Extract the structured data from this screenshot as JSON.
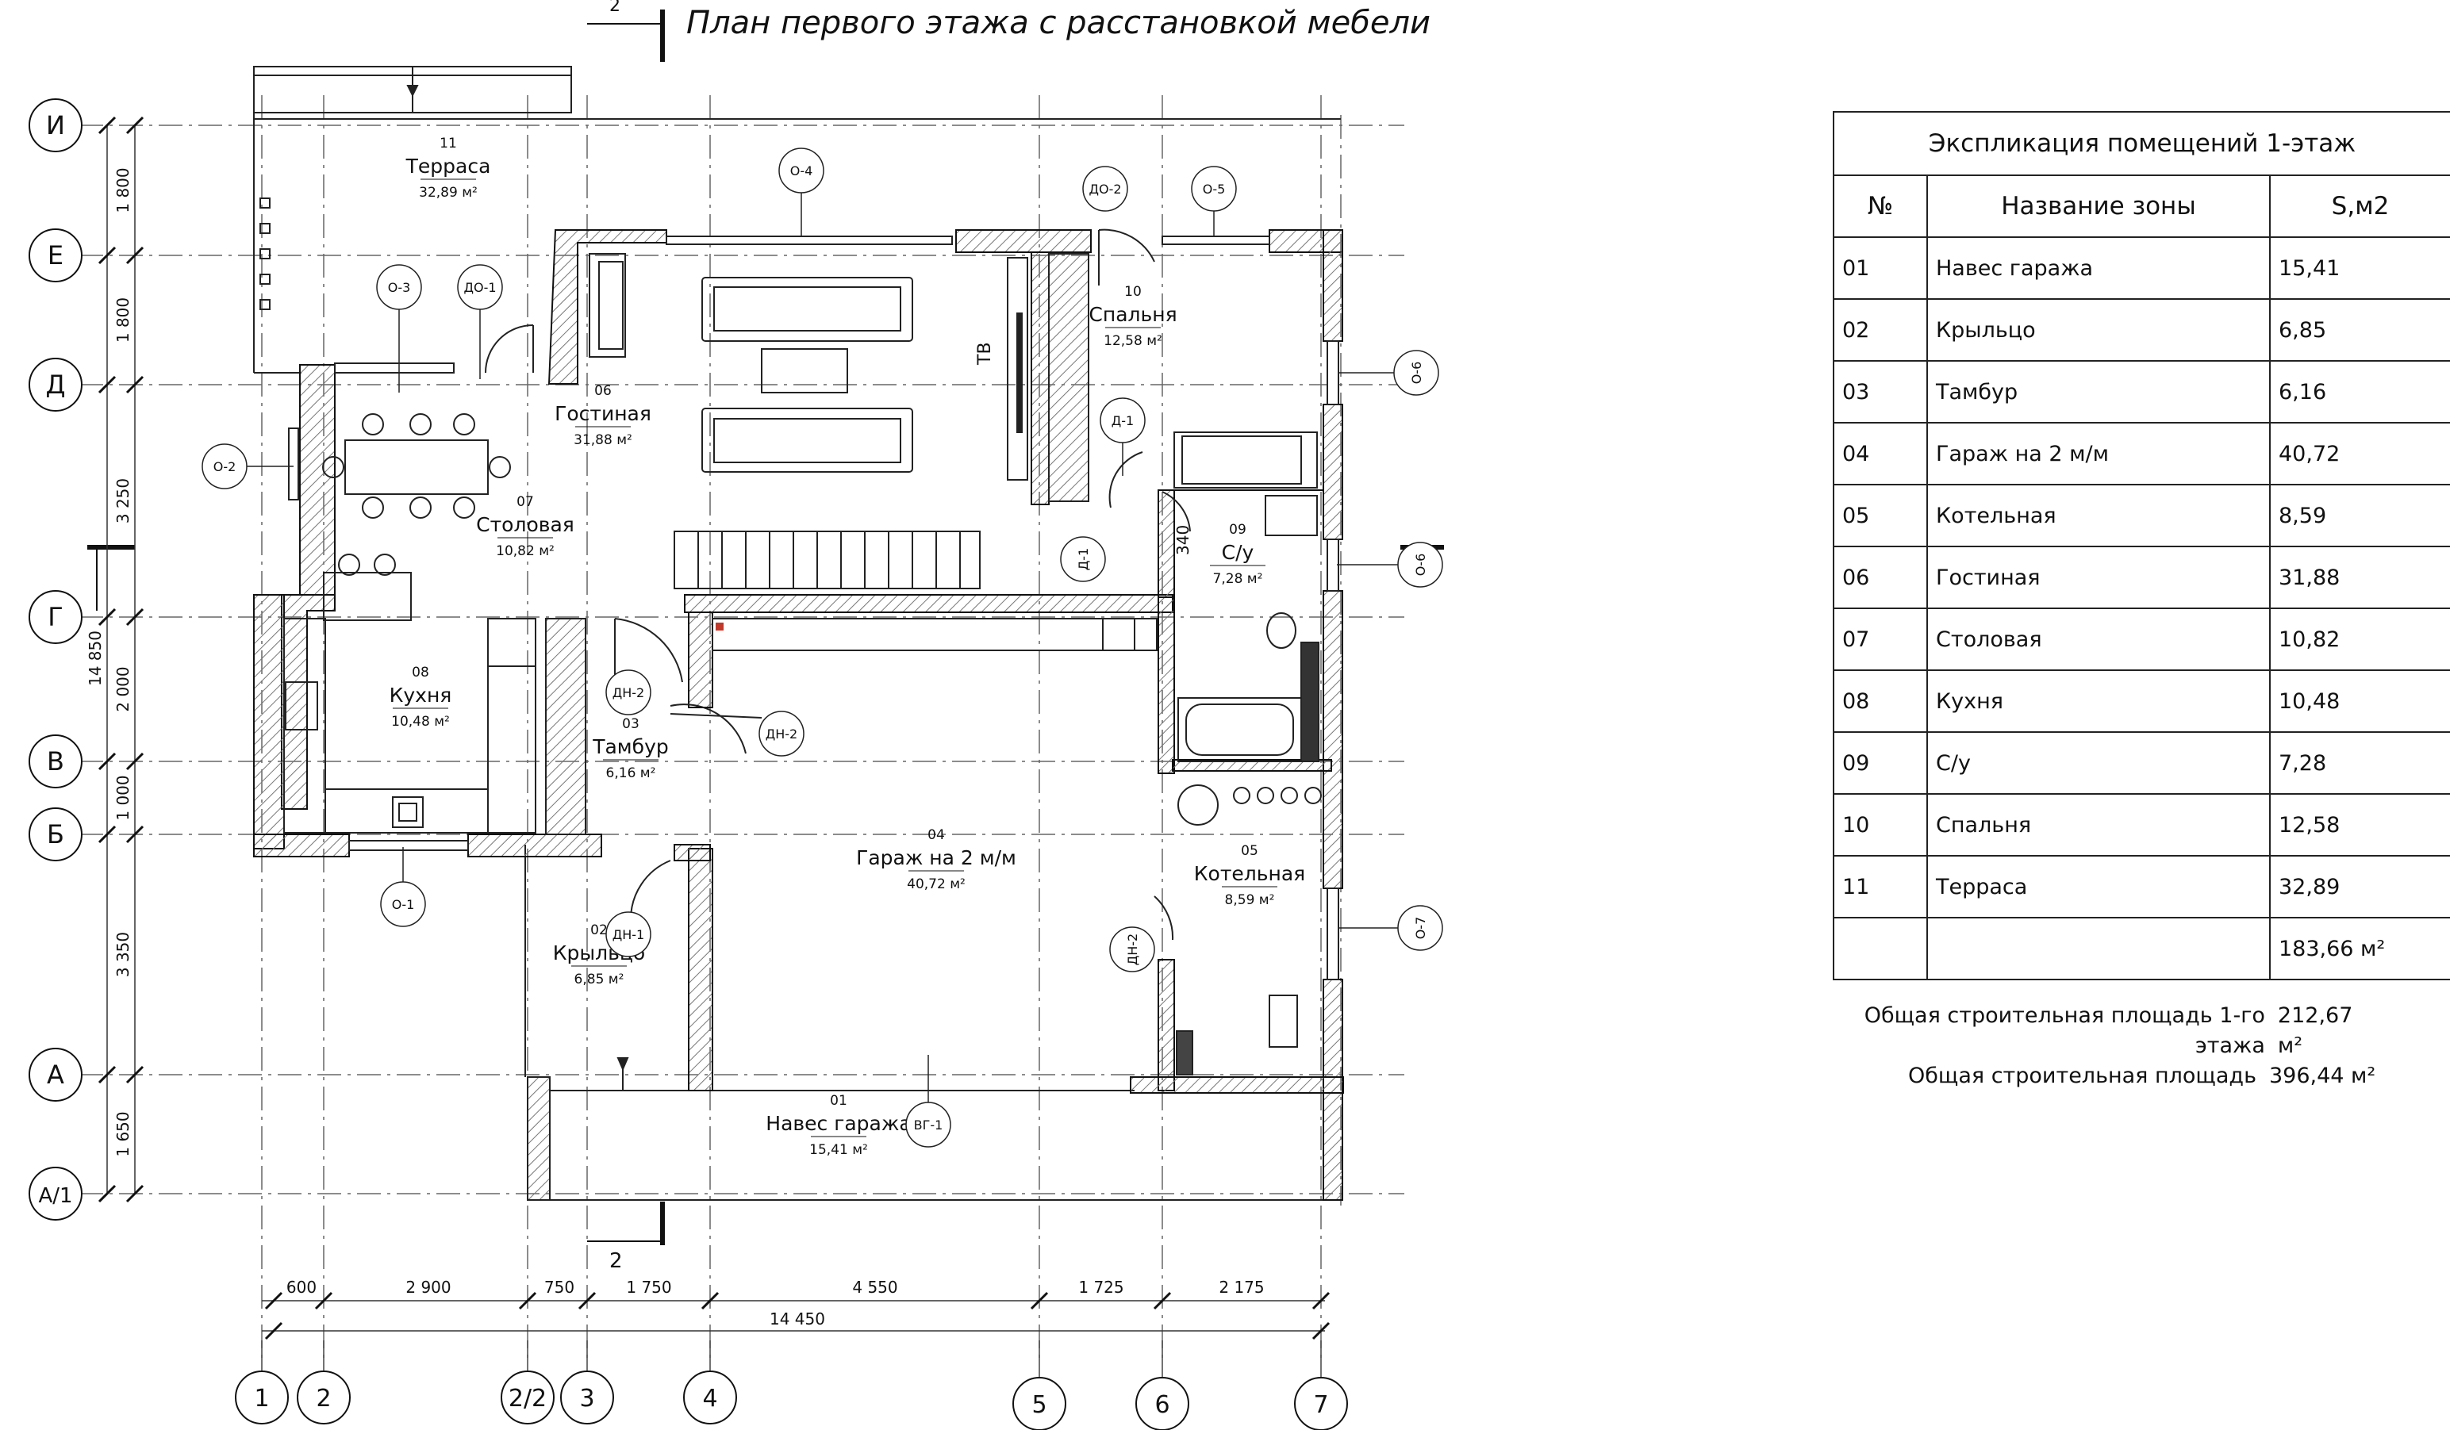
{
  "plan": {
    "title": "План первого этажа с расстановкой мебели",
    "section_mark": "2",
    "axes_letters": [
      "И",
      "Е",
      "Д",
      "Г",
      "В",
      "Б",
      "А",
      "А/1"
    ],
    "axes_numbers": [
      "1",
      "2",
      "2/2",
      "3",
      "4",
      "5",
      "6",
      "7"
    ],
    "vertical_dims": [
      "1 800",
      "1 800",
      "3 250",
      "2 000",
      "1 000",
      "3 350",
      "1 650"
    ],
    "vertical_total": "14 850",
    "horizontal_dims": [
      "600",
      "2 900",
      "750",
      "1 750",
      "4 550",
      "1 725",
      "2 175"
    ],
    "horizontal_total": "14 450",
    "rooms": [
      {
        "num": "11",
        "name": "Терраса",
        "area": "32,89 м²"
      },
      {
        "num": "06",
        "name": "Гостиная",
        "area": "31,88 м²"
      },
      {
        "num": "10",
        "name": "Спальня",
        "area": "12,58 м²"
      },
      {
        "num": "07",
        "name": "Столовая",
        "area": "10,82 м²"
      },
      {
        "num": "09",
        "name": "С/у",
        "area": "7,28 м²"
      },
      {
        "num": "08",
        "name": "Кухня",
        "area": "10,48 м²"
      },
      {
        "num": "03",
        "name": "Тамбур",
        "area": "6,16 м²"
      },
      {
        "num": "04",
        "name": "Гараж на 2 м/м",
        "area": "40,72 м²"
      },
      {
        "num": "05",
        "name": "Котельная",
        "area": "8,59 м²"
      },
      {
        "num": "02",
        "name": "Крыльцо",
        "area": "6,85 м²"
      },
      {
        "num": "01",
        "name": "Навес гаража",
        "area": "15,41 м²"
      }
    ],
    "tags": [
      "О-4",
      "ДО-2",
      "О-5",
      "О-3",
      "ДО-1",
      "О-6",
      "О-2",
      "Д-1",
      "Д-1",
      "О-6",
      "ДН-2",
      "ДН-2",
      "О-1",
      "ДН-1",
      "ДН-2",
      "О-7",
      "ВГ-1"
    ],
    "tv_label": "ТВ",
    "stair_mark": "340"
  },
  "explication": {
    "caption": "Экспликация помещений 1-этаж",
    "headers": [
      "№",
      "Название зоны",
      "S,м2"
    ],
    "rows": [
      [
        "01",
        "Навес гаража",
        "15,41"
      ],
      [
        "02",
        "Крыльцо",
        "6,85"
      ],
      [
        "03",
        "Тамбур",
        "6,16"
      ],
      [
        "04",
        "Гараж на 2 м/м",
        "40,72"
      ],
      [
        "05",
        "Котельная",
        "8,59"
      ],
      [
        "06",
        "Гостиная",
        "31,88"
      ],
      [
        "07",
        "Столовая",
        "10,82"
      ],
      [
        "08",
        "Кухня",
        "10,48"
      ],
      [
        "09",
        "С/у",
        "7,28"
      ],
      [
        "10",
        "Спальня",
        "12,58"
      ],
      [
        "11",
        "Терраса",
        "32,89"
      ],
      [
        "",
        "",
        "183,66 м²"
      ]
    ]
  },
  "totals": [
    {
      "label": "Общая строительная площадь 1-го этажа",
      "value": "212,67 м²"
    },
    {
      "label": "Общая строительная площадь",
      "value": "396,44 м²"
    }
  ]
}
